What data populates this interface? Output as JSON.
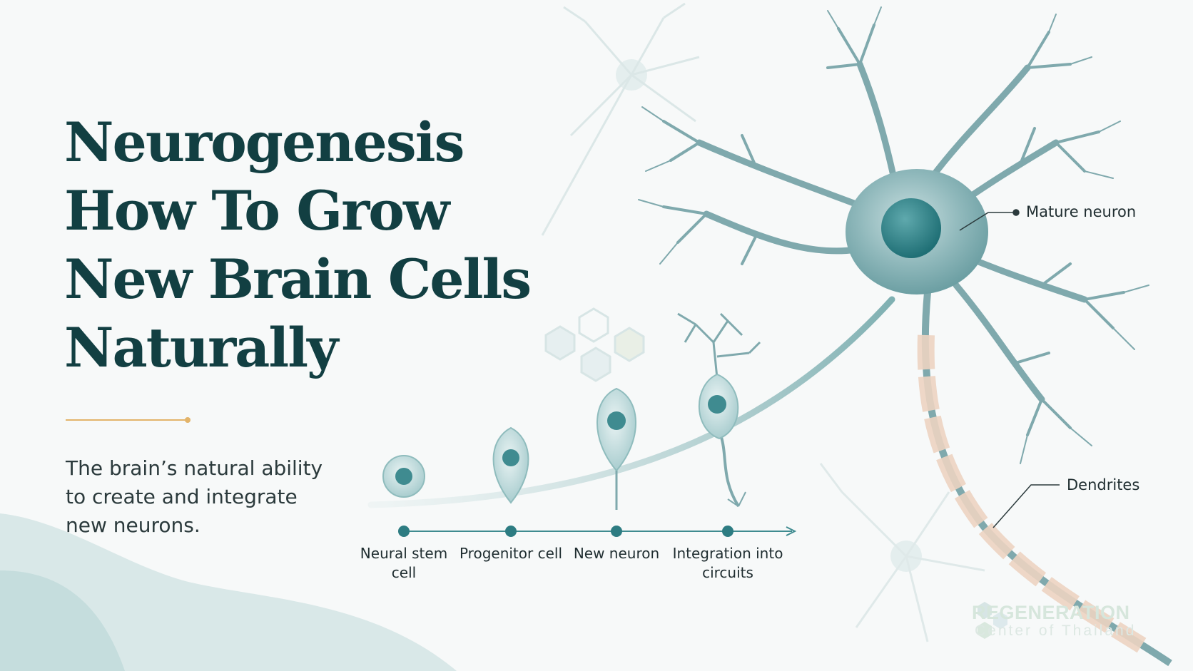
{
  "title": {
    "lines": [
      "Neurogenesis",
      "How To Grow",
      "New Brain Cells",
      "Naturally"
    ]
  },
  "subtitle": "The brain’s natural ability to create and integrate new neurons.",
  "timeline": {
    "stages": [
      {
        "label": "Neural stem cell"
      },
      {
        "label": "Progenitor cell"
      },
      {
        "label": "New neuron"
      },
      {
        "label": "Integration into circuits"
      }
    ]
  },
  "callouts": {
    "mature_neuron": "Mature neuron",
    "dendrites": "Dendrites"
  },
  "logo": {
    "line1": "REGENERATION",
    "line2": "Center of Thailand"
  },
  "colors": {
    "title": "#123f42",
    "accent_gold": "#e3b46a",
    "teal": "#5e9ea0",
    "teal_dark": "#2d7c82",
    "text": "#2b3a3c"
  }
}
